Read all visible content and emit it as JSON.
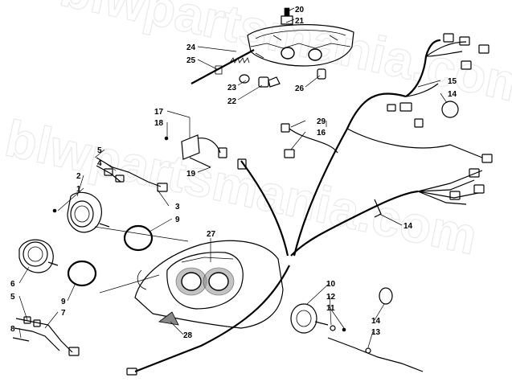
{
  "watermark": "blwpartsmania.com",
  "callouts": [
    {
      "id": "c1",
      "text": "1"
    },
    {
      "id": "c2",
      "text": "2"
    },
    {
      "id": "c3",
      "text": "3"
    },
    {
      "id": "c4",
      "text": "4"
    },
    {
      "id": "c5a",
      "text": "5"
    },
    {
      "id": "c5b",
      "text": "5"
    },
    {
      "id": "c6",
      "text": "6"
    },
    {
      "id": "c7",
      "text": "7"
    },
    {
      "id": "c8",
      "text": "8"
    },
    {
      "id": "c9a",
      "text": "9"
    },
    {
      "id": "c9b",
      "text": "9"
    },
    {
      "id": "c10",
      "text": "10"
    },
    {
      "id": "c11",
      "text": "11"
    },
    {
      "id": "c12",
      "text": "12"
    },
    {
      "id": "c13",
      "text": "13"
    },
    {
      "id": "c14a",
      "text": "14"
    },
    {
      "id": "c14b",
      "text": "14"
    },
    {
      "id": "c14c",
      "text": "14"
    },
    {
      "id": "c15",
      "text": "15"
    },
    {
      "id": "c16",
      "text": "16"
    },
    {
      "id": "c17",
      "text": "17"
    },
    {
      "id": "c18",
      "text": "18"
    },
    {
      "id": "c19",
      "text": "19"
    },
    {
      "id": "c20",
      "text": "20"
    },
    {
      "id": "c21",
      "text": "21"
    },
    {
      "id": "c22",
      "text": "22"
    },
    {
      "id": "c23",
      "text": "23"
    },
    {
      "id": "c24",
      "text": "24"
    },
    {
      "id": "c25",
      "text": "25"
    },
    {
      "id": "c26",
      "text": "26"
    },
    {
      "id": "c27",
      "text": "27"
    },
    {
      "id": "c28",
      "text": "28"
    },
    {
      "id": "c29",
      "text": "29"
    }
  ],
  "labels": {
    "c1": "1",
    "c2": "2",
    "c3": "3",
    "c4": "4",
    "c5a": "5",
    "c5b": "5",
    "c6": "6",
    "c7": "7",
    "c8": "8",
    "c9a": "9",
    "c9b": "9",
    "c10": "10",
    "c11": "11",
    "c12": "12",
    "c13": "13",
    "c14a": "14",
    "c14b": "14",
    "c14c": "14",
    "c15": "15",
    "c16": "16",
    "c17": "17",
    "c18": "18",
    "c19": "19",
    "c20": "20",
    "c21": "21",
    "c22": "22",
    "c23": "23",
    "c24": "24",
    "c25": "25",
    "c26": "26",
    "c27": "27",
    "c28": "28",
    "c29": "29"
  }
}
